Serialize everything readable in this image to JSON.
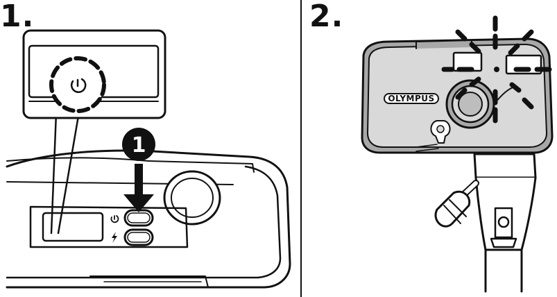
{
  "steps": [
    {
      "label": "1."
    },
    {
      "label": "2."
    }
  ],
  "callout": {
    "number": "1"
  },
  "camera": {
    "brand": "OLYMPUS"
  },
  "icons": {
    "self_timer_symbol": "ტ",
    "flash_symbol": "ϟ"
  },
  "colors": {
    "ink": "#111111",
    "camera_body": "#d9d9d9",
    "camera_shade": "#a8a8a8"
  }
}
